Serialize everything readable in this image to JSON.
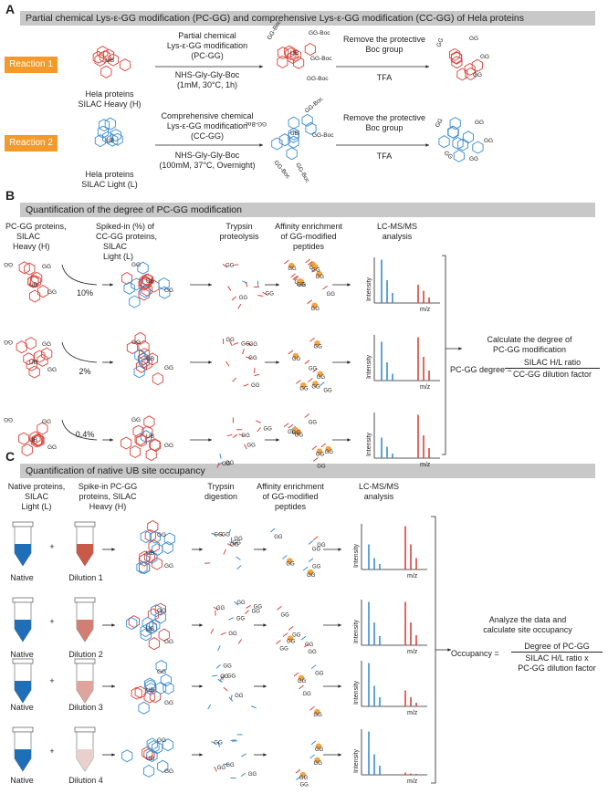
{
  "panelA": {
    "letter": "A",
    "banner": "Partial chemical Lys-ε-GG modification (PC-GG) and comprehensive Lys-ε-GG modification (CC-GG) of Hela proteins",
    "reaction1": {
      "label": "Reaction 1",
      "protein_line1": "Hela proteins",
      "protein_line2": "SILAC Heavy (H)",
      "cond_line1": "Partial chemical",
      "cond_line2": "Lys-ε-GG modification",
      "cond_line3": "(PC-GG)",
      "reagent": "NHS-Gly-Gly-Boc",
      "reagent_cond": "(1mM, 30°C, 1h)",
      "step2_line1": "Remove the protective",
      "step2_line2": "Boc group",
      "step2_reagent": "TFA"
    },
    "reaction2": {
      "label": "Reaction 2",
      "protein_line1": "Hela proteins",
      "protein_line2": "SILAC Light (L)",
      "cond_line1": "Comprehensive chemical",
      "cond_line2": "Lys-ε-GG modification",
      "cond_line3": "(CC-GG)",
      "reagent": "NHS-Gly-Gly-Boc",
      "reagent_cond": "(100mM, 37°C, Overnight)",
      "step2_line1": "Remove the protective",
      "step2_line2": "Boc group",
      "step2_reagent": "TFA"
    },
    "tags": {
      "ub": "UB",
      "gg": "GG",
      "ggboc": "GG-Boc"
    }
  },
  "panelB": {
    "letter": "B",
    "banner": "Quantification of the degree of PC-GG modification",
    "col1": [
      "PC-GG proteins,",
      "SILAC",
      "Heavy (H)"
    ],
    "col2": [
      "Spiked-in (%) of",
      "CC-GG proteins,",
      "SILAC",
      "Light (L)"
    ],
    "col3": [
      "Trypsin",
      "proteolysis"
    ],
    "col4": [
      "Affinity enrichment",
      "of GG-modified",
      "peptides"
    ],
    "col5": [
      "LC-MS/MS",
      "analysis"
    ],
    "spikes": [
      "10%",
      "2%",
      "0.4%"
    ],
    "y_axis": "Intensity",
    "x_axis": "m/z",
    "calc_line1": "Calculate the degree of",
    "calc_line2": "PC-GG modification",
    "formula_lhs": "PC-GG degree =",
    "formula_num": "SILAC H/L ratio",
    "formula_den": "CC-GG dilution factor"
  },
  "panelC": {
    "letter": "C",
    "banner": "Quantification of native UB site occupancy",
    "col1": [
      "Native proteins,",
      "SILAC",
      "Light (L)"
    ],
    "col2": [
      "Spike-in PC-GG",
      "proteins, SILAC",
      "Heavy (H)"
    ],
    "col3": [
      "Trypsin",
      "digestion"
    ],
    "col4": [
      "Affinity enrichment",
      "of GG-modified",
      "peptides"
    ],
    "col5": [
      "LC-MS/MS",
      "analysis"
    ],
    "native_label": "Native",
    "plus": "+",
    "dilutions": [
      "Dilution 1",
      "Dilution 2",
      "Dilution 3",
      "Dilution 4"
    ],
    "y_axis": "Intensity",
    "x_axis": "m/z",
    "calc_line1": "Analyze the data and",
    "calc_line2": "calculate site occupancy",
    "formula_lhs": "Occupancy =",
    "formula_num": "Degree of PC-GG",
    "formula_den1": "SILAC H/L ratio x",
    "formula_den2": "PC-GG dilution factor"
  },
  "colors": {
    "heavy": "#d9443a",
    "light": "#3a8dd1",
    "enrich": "#f3a443",
    "banner": "#c8c8c8",
    "reaction": "#f39a2b"
  }
}
